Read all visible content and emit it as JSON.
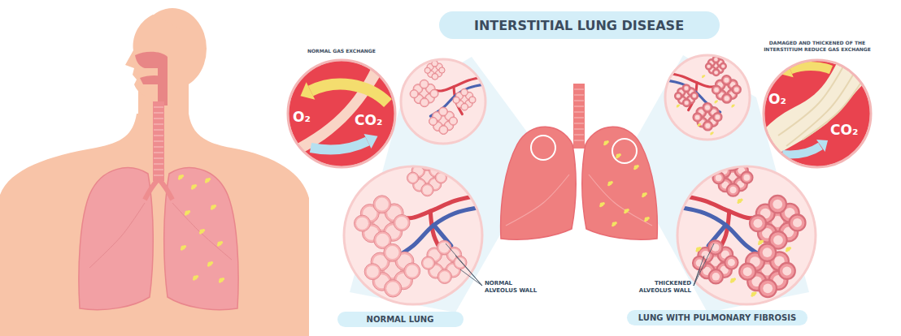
{
  "diagram": {
    "title": "INTERSTITIAL LUNG DISEASE",
    "nodes": [
      {
        "text": [
          "NORMAL GAS EXCHANGE",
          "O₂",
          "CO₂"
        ]
      },
      {
        "text": [
          "DAMAGED AND THICKENED OF THE INTERSTITIUM REDUCE GAS EXCHANGE",
          "O₂",
          "CO₂"
        ]
      },
      {
        "text": [
          "NORMAL LUNG"
        ]
      },
      {
        "text": [
          "LUNG WITH PULMONARY FIBROSIS"
        ]
      }
    ],
    "labels": [
      "NORMAL ALVEOLUS WALL",
      "THICKENED ALVEOLUS WALL"
    ]
  }
}
